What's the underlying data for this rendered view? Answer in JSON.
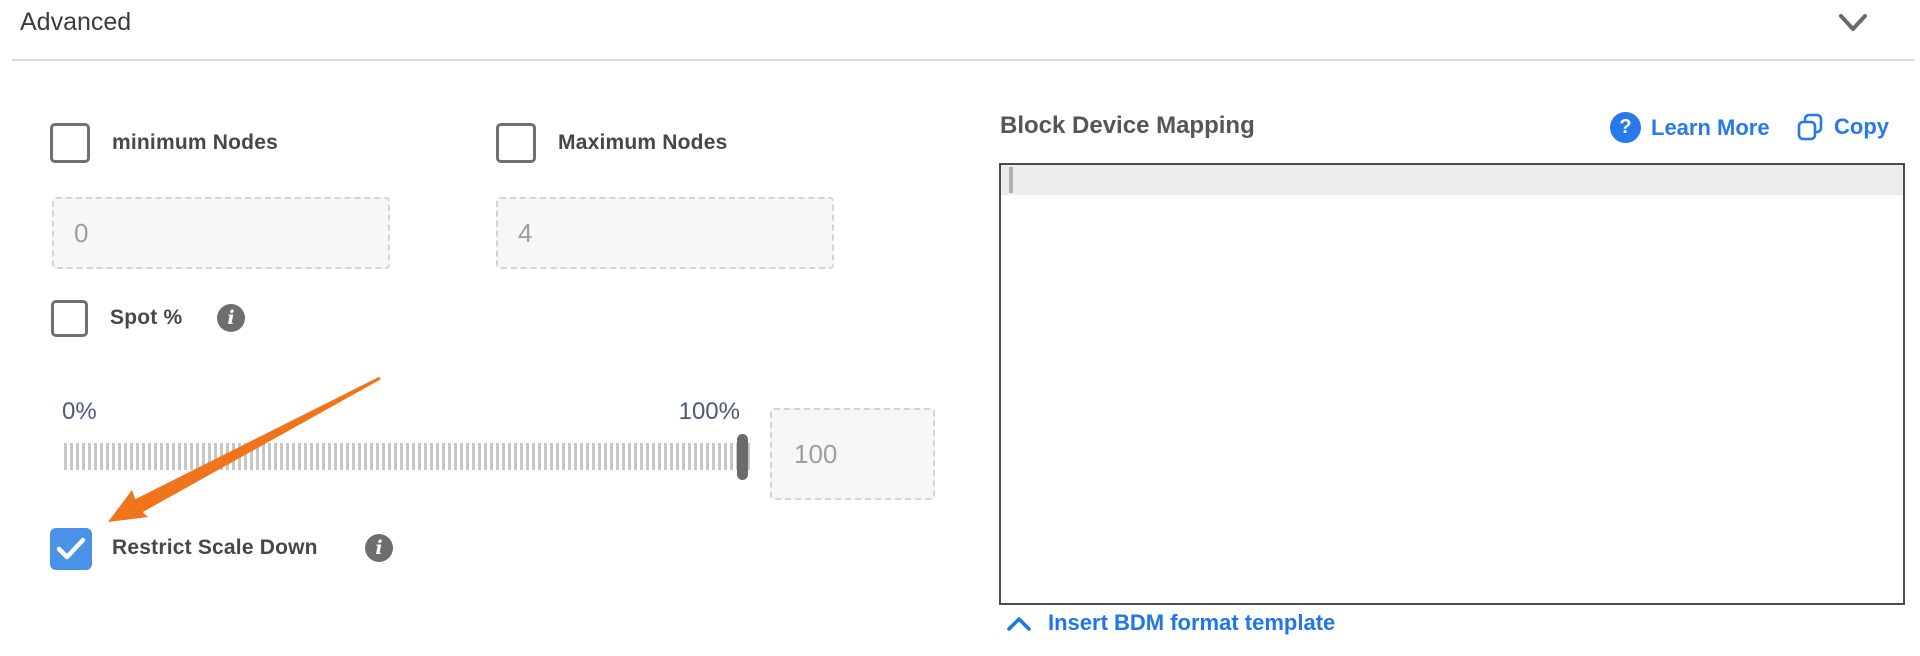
{
  "header": {
    "title": "Advanced",
    "collapse_icon": "chevron-down"
  },
  "left_panel": {
    "min_nodes": {
      "label": "minimum Nodes",
      "checked": false,
      "value": "0"
    },
    "max_nodes": {
      "label": "Maximum Nodes",
      "checked": false,
      "value": "4"
    },
    "spot": {
      "label": "Spot %",
      "checked": false,
      "info_icon": "info"
    },
    "slider": {
      "min_label": "0%",
      "max_label": "100%",
      "value": 100,
      "input_value": "100"
    },
    "restrict_scale_down": {
      "label": "Restrict Scale Down",
      "checked": true,
      "info_icon": "info"
    },
    "annotation": {
      "type": "arrow",
      "color": "#f0741c",
      "points_to": "restrict-scale-down-checkbox"
    }
  },
  "right_panel": {
    "title": "Block Device Mapping",
    "learn_more_label": "Learn More",
    "copy_label": "Copy",
    "editor_content": "",
    "insert_template_label": "Insert BDM format template"
  },
  "colors": {
    "link_blue": "#2779ec",
    "checkbox_blue": "#4a92e5",
    "annotation_orange": "#f0741c",
    "slider_label_slate": "#4a5a7d"
  },
  "icons": {
    "info_glyph": "i",
    "question_glyph": "?"
  }
}
